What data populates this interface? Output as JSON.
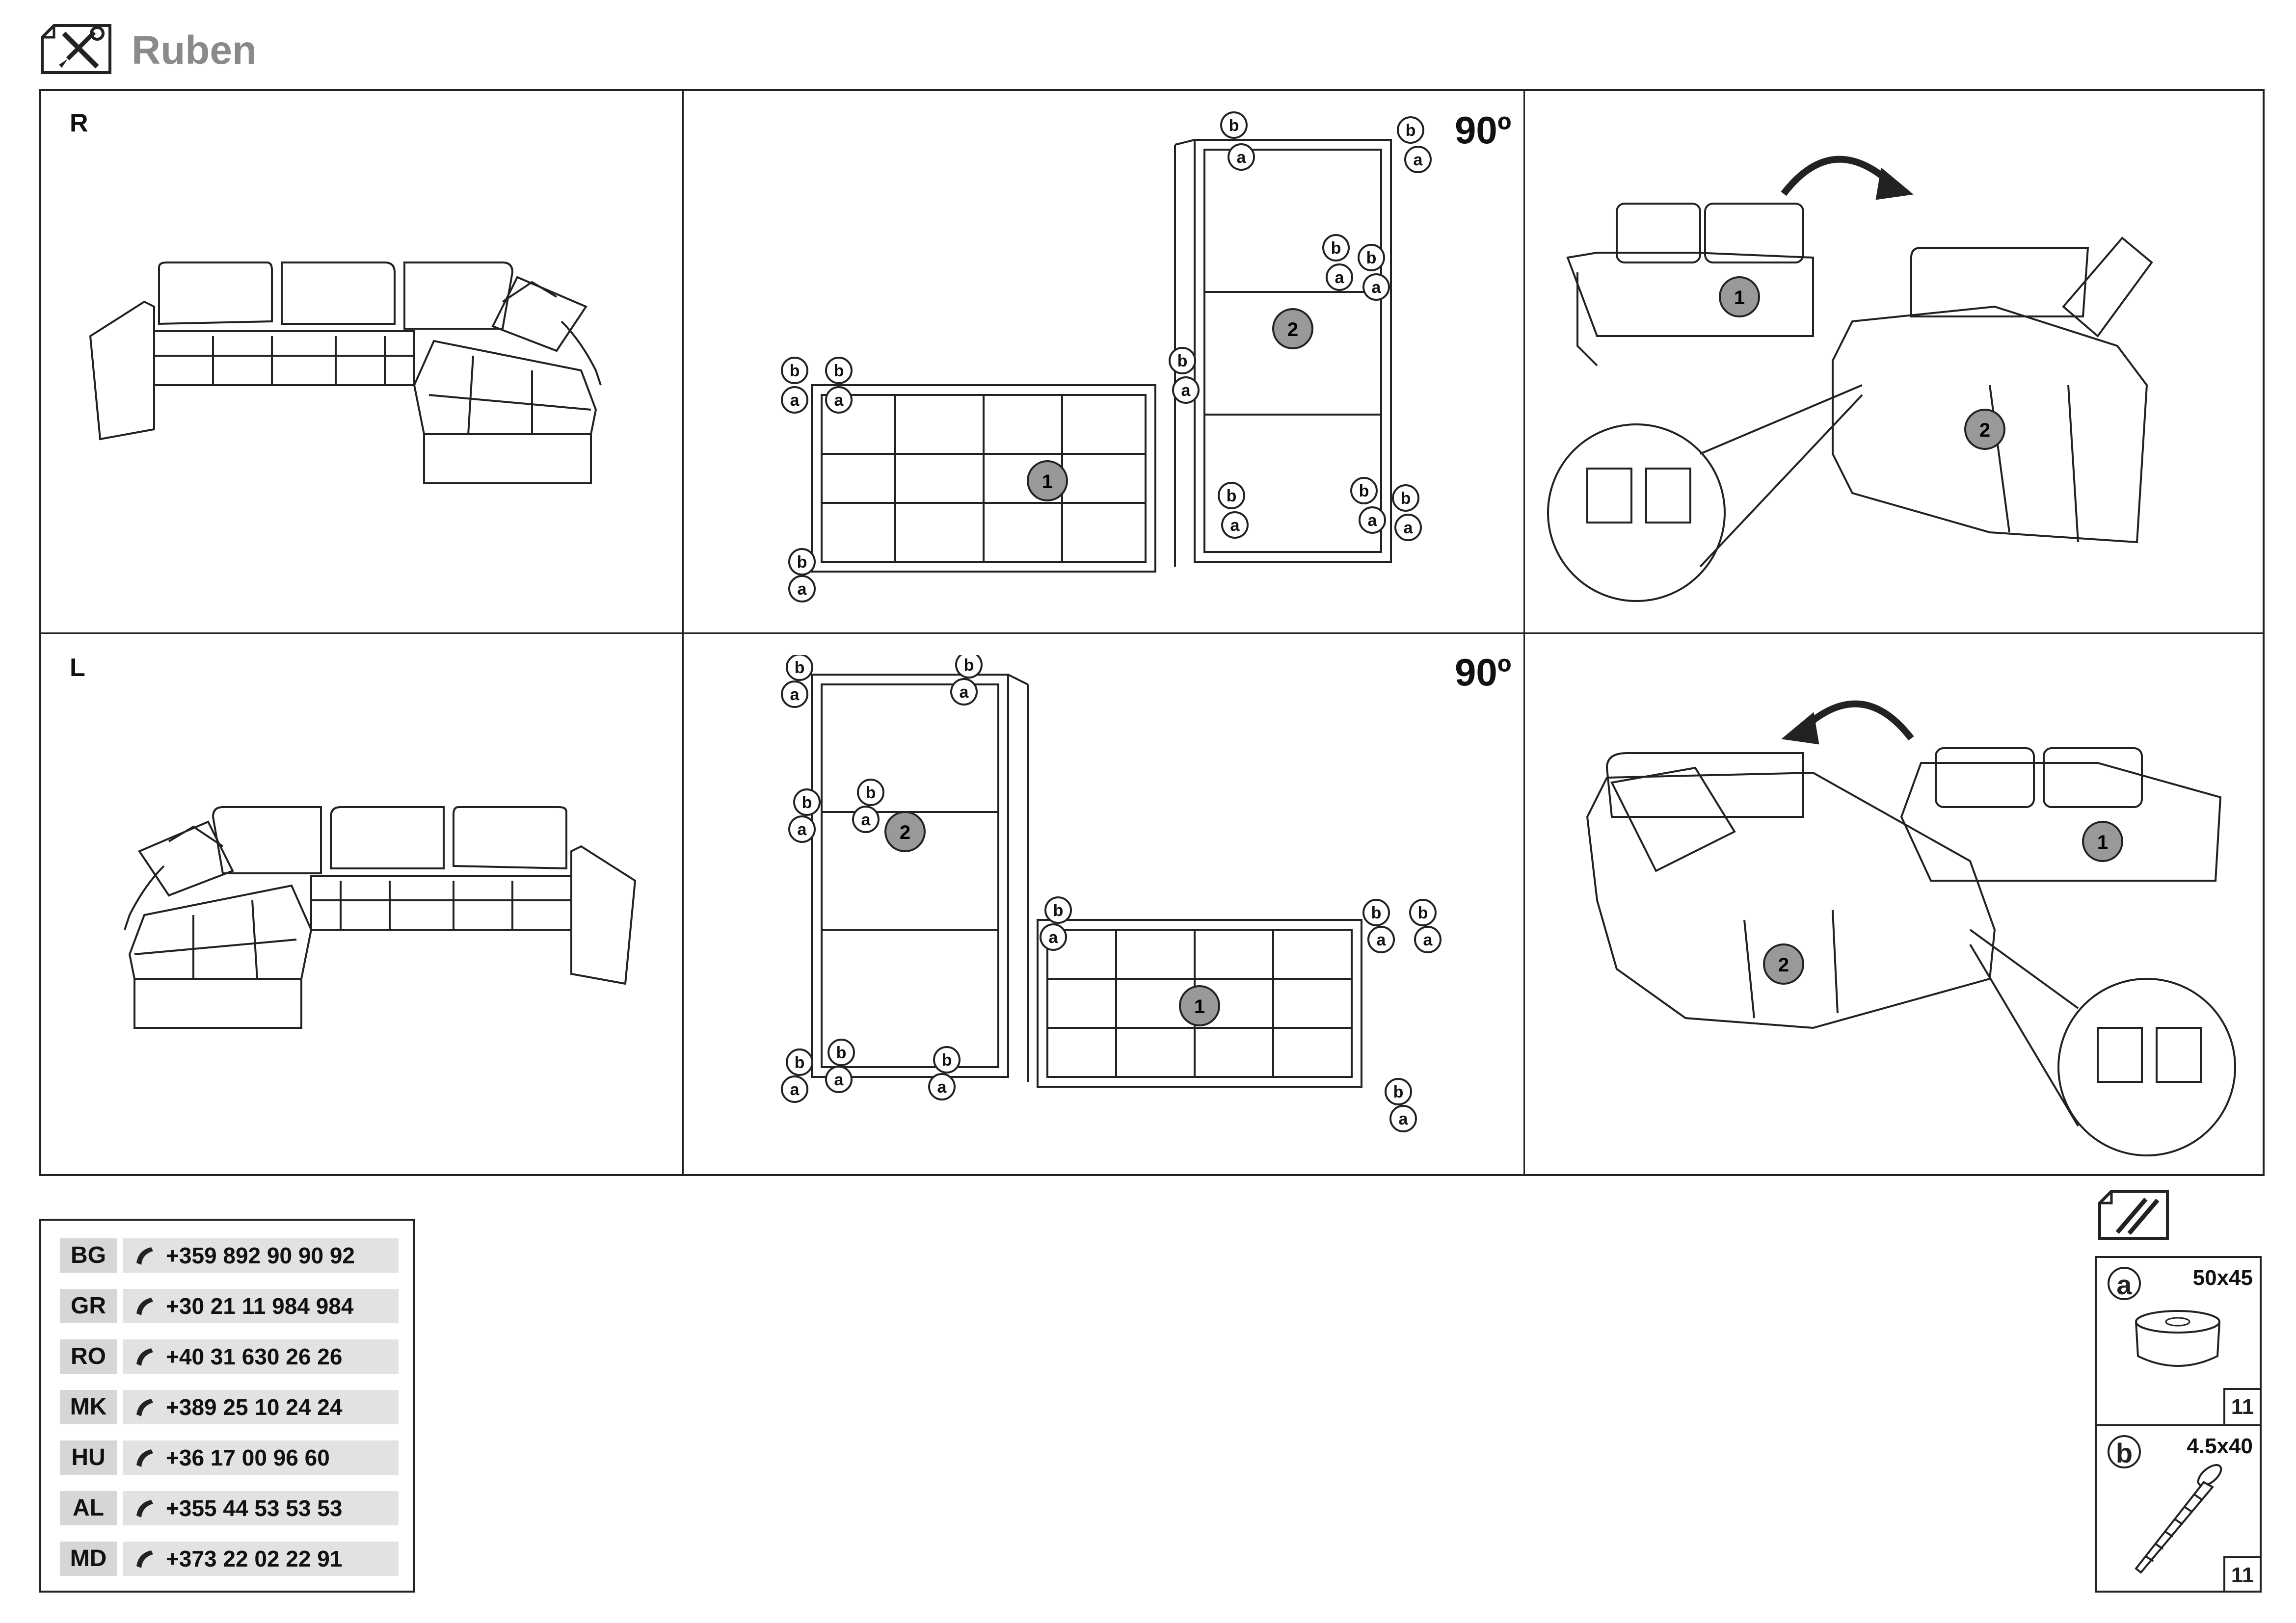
{
  "header": {
    "title": "Ruben",
    "icon": "tools-icon"
  },
  "rows": [
    {
      "label": "R",
      "rotation": "90º"
    },
    {
      "label": "L",
      "rotation": "90º"
    }
  ],
  "callouts": {
    "screw": "b",
    "foot": "a",
    "module_1": "1",
    "module_2": "2"
  },
  "contacts": [
    {
      "country": "BG",
      "phone": "+359 892 90 90 92"
    },
    {
      "country": "GR",
      "phone": "+30 21 11 984 984"
    },
    {
      "country": "RO",
      "phone": "+40 31 630 26 26"
    },
    {
      "country": "MK",
      "phone": "+389 25 10 24 24"
    },
    {
      "country": "HU",
      "phone": "+36 17 00 96 60"
    },
    {
      "country": "AL",
      "phone": "+355 44 53 53 53"
    },
    {
      "country": "MD",
      "phone": "+373 22 02 22 91"
    }
  ],
  "hardware": {
    "icon": "screws-icon",
    "items": [
      {
        "letter": "a",
        "size": "50x45",
        "qty": "11"
      },
      {
        "letter": "b",
        "size": "4.5x40",
        "qty": "11"
      }
    ]
  }
}
